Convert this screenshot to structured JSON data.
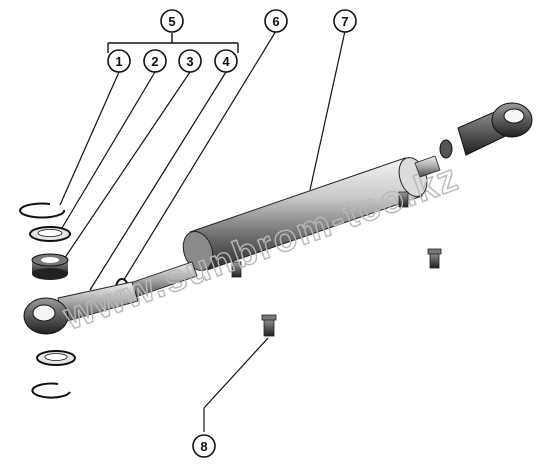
{
  "diagram": {
    "callouts": [
      {
        "id": "c5",
        "label": "5"
      },
      {
        "id": "c1",
        "label": "1"
      },
      {
        "id": "c2",
        "label": "2"
      },
      {
        "id": "c3",
        "label": "3"
      },
      {
        "id": "c4",
        "label": "4"
      },
      {
        "id": "c6",
        "label": "6"
      },
      {
        "id": "c7",
        "label": "7"
      },
      {
        "id": "c8",
        "label": "8"
      }
    ],
    "watermark": "www.sunbrom-tco.kz"
  }
}
